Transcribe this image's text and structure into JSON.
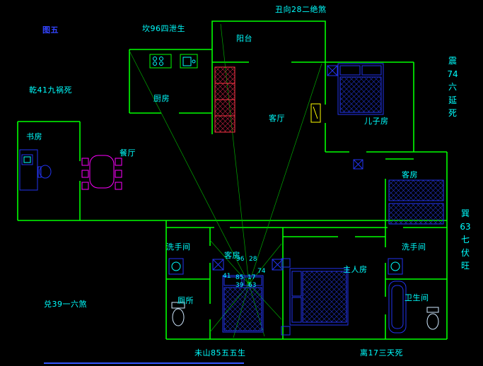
{
  "canvas": {
    "background": "#000000",
    "figure_label": "图五"
  },
  "annotations": {
    "top_center": "丑向28二绝煞",
    "top_left": "坎96四泄生",
    "mid_left": "乾41九祸死",
    "lower_left": "兑39一六煞",
    "bottom_center": "未山85五五生",
    "bottom_right": "离17三天死",
    "right_upper": {
      "l1": "震",
      "l2": "74",
      "l3": "六",
      "l4": "延",
      "l5": "死"
    },
    "right_lower": {
      "l1": "巽",
      "l2": "63",
      "l3": "七",
      "l4": "伏",
      "l5": "旺"
    }
  },
  "rooms": {
    "balcony": "阳台",
    "kitchen": "厨房",
    "living_room": "客厅",
    "son_room": "儿子房",
    "study": "书房",
    "dining": "餐厅",
    "guest_room_right": "客房",
    "guest_room_center": "客房",
    "master_room": "主人房",
    "washroom_left": "洗手间",
    "washroom_right": "洗手间",
    "toilet": "厕所",
    "bathroom": "卫生间"
  },
  "compass": {
    "n96": "96",
    "n28": "28",
    "n74": "74",
    "n41": "41",
    "n85": "85",
    "n17": "17",
    "n39": "39",
    "n63": "63"
  },
  "colors": {
    "wall": "#00ff00",
    "text": "#00ffff",
    "furniture_blue": "#2233ee",
    "magenta": "#ff00ff",
    "red": "#ff3344",
    "yellow": "#ffff00",
    "figure_blue": "#3344ff"
  }
}
